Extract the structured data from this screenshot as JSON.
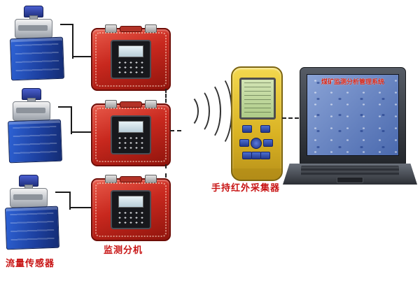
{
  "labels": {
    "flow_sensor": "流量传感器",
    "monitor_unit": "监测分机",
    "handheld_collector": "手持红外采集器"
  },
  "laptop": {
    "screen_title": "煤矿监测分析管理系统"
  },
  "colors": {
    "label_red": "#c81414",
    "case_red": "#c8281e",
    "box_blue": "#1c3f9e",
    "handheld_yellow": "#e6c52f",
    "lcd_green": "#bcd79a",
    "screen_blue": "#5a7cc0"
  }
}
